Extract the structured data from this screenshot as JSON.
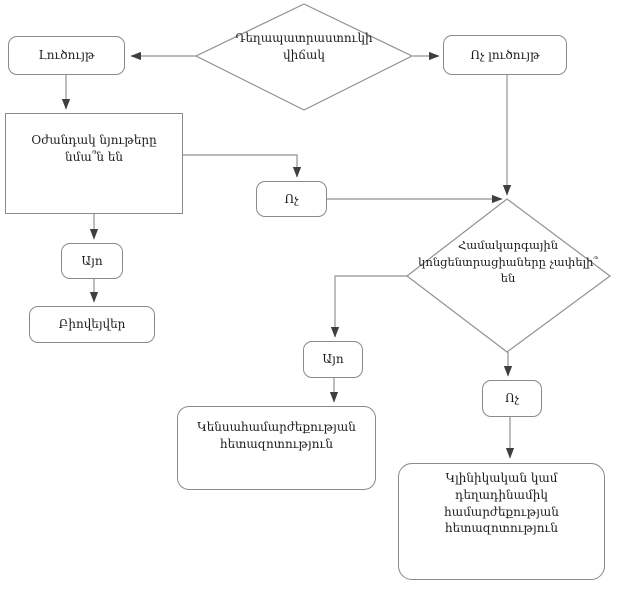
{
  "flowchart": {
    "nodes": {
      "drug_state": {
        "label": "Դեղապատրաստուկի վիճակ",
        "shape": "diamond"
      },
      "solution": {
        "label": "Լուծույթ",
        "shape": "rounded"
      },
      "not_solution": {
        "label": "Ոչ լուծույթ",
        "shape": "rounded"
      },
      "excipients": {
        "label": "Օժանդակ նյութերը նմա՞ն են",
        "shape": "rect"
      },
      "no_center": {
        "label": "Ոչ",
        "shape": "rounded"
      },
      "concentrations": {
        "label": "Համակարգային կոնցենտրացիաները չափելի՞ են",
        "shape": "diamond"
      },
      "yes_left": {
        "label": "Այո",
        "shape": "rounded"
      },
      "biowaiver": {
        "label": "Բիովեյվեր",
        "shape": "rounded"
      },
      "yes_mid": {
        "label": "Այո",
        "shape": "rounded"
      },
      "bioequivalence": {
        "label": "Կենսահամարժեքության հետազոտություն",
        "shape": "rounded"
      },
      "no_right": {
        "label": "Ոչ",
        "shape": "rounded"
      },
      "clinical": {
        "label": "Կլինիկական կամ դեղադինամիկ համարժեքության հետազոտություն",
        "shape": "rounded"
      }
    }
  },
  "colors": {
    "line": "#919191",
    "border": "#8a8a8a",
    "text": "#1c1c1c",
    "bg": "#ffffff",
    "arrow": "#3f3f3f"
  }
}
